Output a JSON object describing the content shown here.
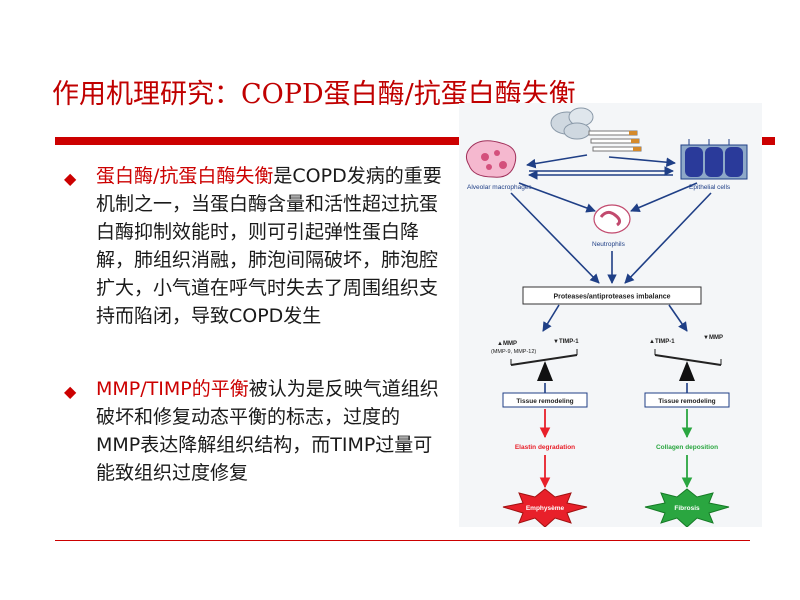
{
  "slide": {
    "title": "作用机理研究：COPD蛋白酶/抗蛋白酶失衡",
    "bullets": [
      {
        "marker": "◆",
        "highlight": "蛋白酶/抗蛋白酶失衡",
        "text": "是COPD发病的重要机制之一，当蛋白酶含量和活性超过抗蛋白酶抑制效能时，则可引起弹性蛋白降解，肺组织消融，肺泡间隔破坏，肺泡腔扩大，小气道在呼气时失去了周围组织支持而陷闭，导致COPD发生"
      },
      {
        "marker": "◆",
        "highlight": "MMP/TIMP的平衡",
        "text": "被认为是反映气道组织破坏和修复动态平衡的标志，过度的MMP表达降解组织结构，而TIMP过量可能致组织过度修复"
      }
    ]
  },
  "figure": {
    "alveolar": "Alveolar macrophages",
    "epithelial": "Epithelial cells",
    "neutrophils": "Neutrophils",
    "imbalance": "Proteases/antiproteases imbalance",
    "left_up": "MMP",
    "left_up_sub": "(MMP-9, MMP-12)",
    "left_down": "TIMP-1",
    "right_up": "TIMP-1",
    "right_down": "MMP",
    "tissue_left": "Tissue remodeling",
    "tissue_right": "Tissue remodeling",
    "elastin": "Elastin degradation",
    "collagen": "Collagen deposition",
    "emphysema": "Emphysème",
    "fibrosis": "Fibrosis",
    "colors": {
      "red": "#e8202a",
      "green": "#2aa640",
      "blue": "#1f3f86"
    }
  }
}
